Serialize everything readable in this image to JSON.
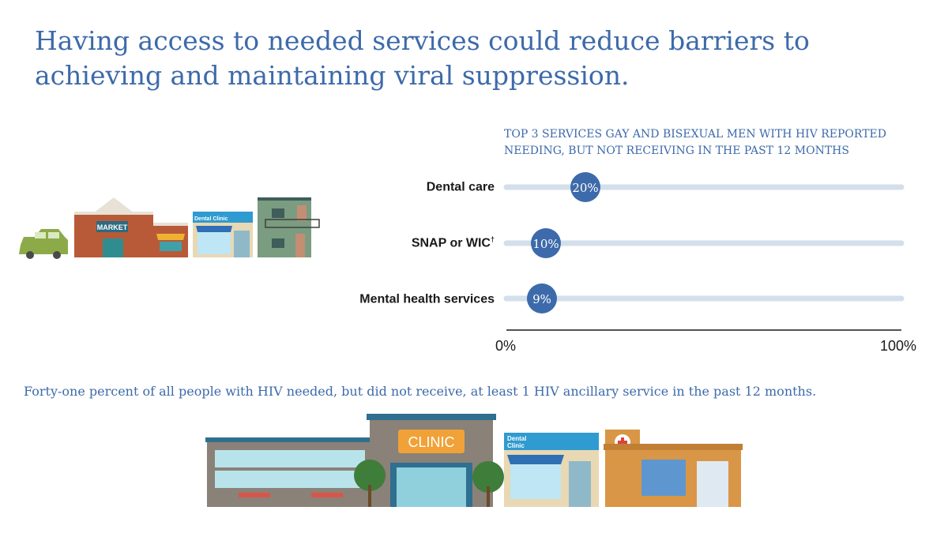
{
  "headline": "Having access to needed services could reduce barriers to achieving and maintaining viral suppression.",
  "chart_data": {
    "type": "dot",
    "title": "TOP 3 SERVICES GAY AND BISEXUAL MEN WITH HIV REPORTED NEEDING, BUT NOT RECEIVING IN THE PAST 12 MONTHS",
    "categories": [
      "Dental care",
      "SNAP or WIC",
      "Mental health services"
    ],
    "category_footnote_marks": [
      "",
      "†",
      ""
    ],
    "values": [
      20,
      10,
      9
    ],
    "value_labels": [
      "20%",
      "10%",
      "9%"
    ],
    "xlim": [
      0,
      100
    ],
    "x_tick_labels": [
      "0%",
      "100%"
    ],
    "colors": {
      "dot": "#3d6aaa",
      "track": "#d3dfea",
      "text": "#3d6aaa"
    }
  },
  "footnote": "Forty-one percent of all people with HIV needed, but did not receive, at least 1 HIV ancillary service in the past 12 months.",
  "illustrations": {
    "top": {
      "market_sign": "MARKET",
      "dental_sign": "Dental Clinic"
    },
    "bottom": {
      "clinic_sign": "CLINIC",
      "dental_sign_line1": "Dental",
      "dental_sign_line2": "Clinic"
    }
  }
}
